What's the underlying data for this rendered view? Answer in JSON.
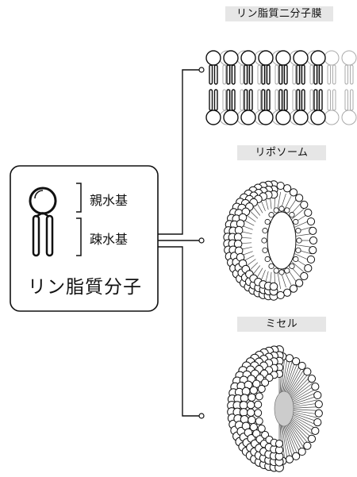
{
  "molecule": {
    "title": "リン脂質分子",
    "hydrophilic_label": "親水基",
    "hydrophobic_label": "疎水基"
  },
  "structures": [
    {
      "id": "bilayer",
      "label": "リン脂質二分子膜"
    },
    {
      "id": "liposome",
      "label": "リポソーム"
    },
    {
      "id": "micelle",
      "label": "ミセル"
    }
  ]
}
